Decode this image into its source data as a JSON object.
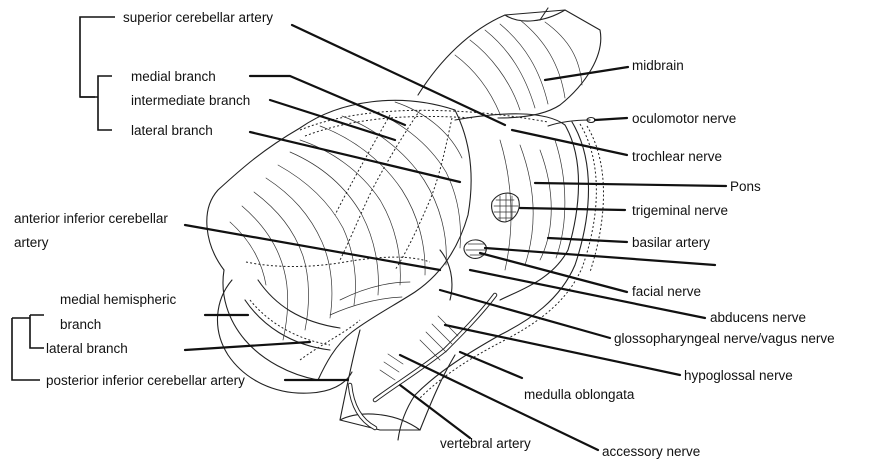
{
  "labels": {
    "superior_cerebellar_artery": "superior cerebellar artery",
    "medial_branch": "medial branch",
    "intermediate_branch": "intermediate branch",
    "lateral_branch_top": "lateral branch",
    "anterior_inferior_line1": "anterior inferior cerebellar",
    "anterior_inferior_line2": "artery",
    "medial_hemispheric_line1": "medial hemispheric",
    "medial_hemispheric_line2": "branch",
    "lateral_branch_bottom": "lateral branch",
    "posterior_inferior_cerebellar_artery": "posterior inferior cerebellar artery",
    "midbrain": "midbrain",
    "oculomotor_nerve": "oculomotor nerve",
    "trochlear_nerve": "trochlear nerve",
    "pons": "Pons",
    "trigeminal_nerve": "trigeminal nerve",
    "basilar_artery": "basilar artery",
    "facial_nerve": "facial nerve",
    "abducens_nerve": "abducens nerve",
    "glossopharyngeal_vagus_nerve": "glossopharyngeal nerve/vagus nerve",
    "hypoglossal_nerve": "hypoglossal nerve",
    "medulla_oblongata": "medulla oblongata",
    "vertebral_artery": "vertebral artery",
    "accessory_nerve": "accessory nerve"
  },
  "colors": {
    "ink": "#111111",
    "background": "#ffffff"
  }
}
